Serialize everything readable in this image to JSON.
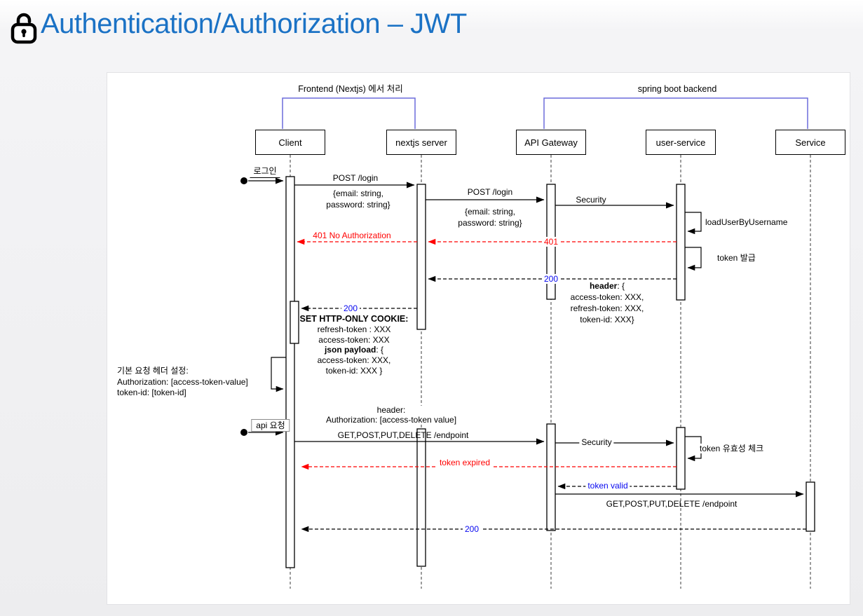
{
  "title": {
    "text": "Authentication/Authorization – JWT"
  },
  "groups": {
    "frontend": "Frontend (Nextjs) 에서 처리",
    "backend": "spring boot backend"
  },
  "actors": [
    {
      "label": "Client"
    },
    {
      "label": "nextjs server"
    },
    {
      "label": "API Gateway"
    },
    {
      "label": "user-service"
    },
    {
      "label": "Service"
    }
  ],
  "messages": {
    "login": "로그인",
    "post_login": "POST /login",
    "security": "Security",
    "load_user": "loadUserByUsername",
    "s401": "401",
    "s401_full": "401 No Authorization",
    "token_issue": "token 발급",
    "s200": "200",
    "api_request": "api 요청",
    "get_endpoint": "GET,POST,PUT,DELETE /endpoint",
    "token_check": "token 유효성 체크",
    "token_expired": "token expired",
    "token_valid": "token valid"
  },
  "blocks": {
    "payload1": [
      "{email: string,",
      "password: string}"
    ],
    "payload2": [
      "{email: string,",
      "password: string}"
    ],
    "header_response": {
      "bold": "header",
      "bold_rest": ": {",
      "lines": [
        "access-token: XXX,",
        "refresh-token: XXX,",
        "token-id: XXX}"
      ]
    },
    "cookie": {
      "title": "SET HTTP-ONLY COOKIE:",
      "line1": "refresh-token : XXX",
      "line2": "access-token: XXX",
      "bold": "json payload",
      "bold_rest": ": {",
      "line4": "access-token: XXX,",
      "line5": "token-id: XXX }"
    },
    "client_note": [
      "기본 요청 헤더 설정:",
      "Authorization: [access-token-value]",
      "token-id: [token-id]"
    ],
    "request_header_note": [
      "header:",
      "Authorization: [access-token value]"
    ]
  },
  "colors": {
    "title_blue": "#1b72c5",
    "bracket_blue": "#6c6cdb",
    "error_red": "#ff0000",
    "status_blue": "#0707f0"
  }
}
